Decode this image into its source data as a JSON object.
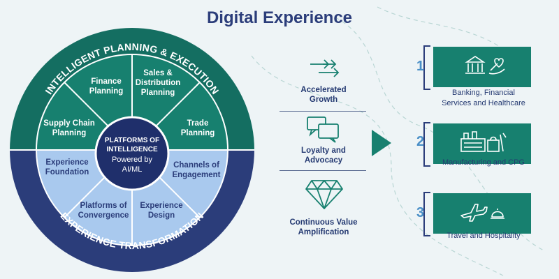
{
  "title": "Digital Experience",
  "wheel": {
    "top_arc": "INTELLIGENT PLANNING & EXECUTION",
    "bottom_arc": "EXPERIENCE TRANSFORMATION",
    "top_segments": [
      {
        "l1": "Supply Chain",
        "l2": "Planning",
        "l3": ""
      },
      {
        "l1": "Finance",
        "l2": "Planning",
        "l3": ""
      },
      {
        "l1": "Sales &",
        "l2": "Distribution",
        "l3": "Planning"
      },
      {
        "l1": "Trade",
        "l2": "Planning",
        "l3": ""
      }
    ],
    "bottom_segments": [
      {
        "l1": "Experience",
        "l2": "Foundation"
      },
      {
        "l1": "Platforms of",
        "l2": "Convergence"
      },
      {
        "l1": "Experience",
        "l2": "Design"
      },
      {
        "l1": "Channels of",
        "l2": "Engagement"
      }
    ],
    "center": {
      "l1": "PLATFORMS OF",
      "l2": "INTELLIGENCE",
      "l3": "Powered by",
      "l4": "AI/ML"
    }
  },
  "outcomes": [
    {
      "l1": "Accelerated",
      "l2": "Growth",
      "icon": "arrows-icon"
    },
    {
      "l1": "Loyalty and",
      "l2": "Advocacy",
      "icon": "chat-bubbles-icon"
    },
    {
      "l1": "Continuous Value",
      "l2": "Amplification",
      "icon": "diamond-icon"
    }
  ],
  "industries": [
    {
      "num": "1",
      "l1": "Banking, Financial",
      "l2": "Services and Healthcare",
      "icons": "bank-heart-icon"
    },
    {
      "num": "2",
      "l1": "Manufacturing and CPG",
      "l2": "",
      "icons": "factory-grocery-icon"
    },
    {
      "num": "3",
      "l1": "Travel and Hospitality",
      "l2": "",
      "icons": "plane-cloche-icon"
    }
  ],
  "colors": {
    "teal_dark": "#146e61",
    "teal": "#17806f",
    "navy": "#2b3d7a",
    "light_blue": "#a9c9ee",
    "center": "#1f2f6b"
  }
}
